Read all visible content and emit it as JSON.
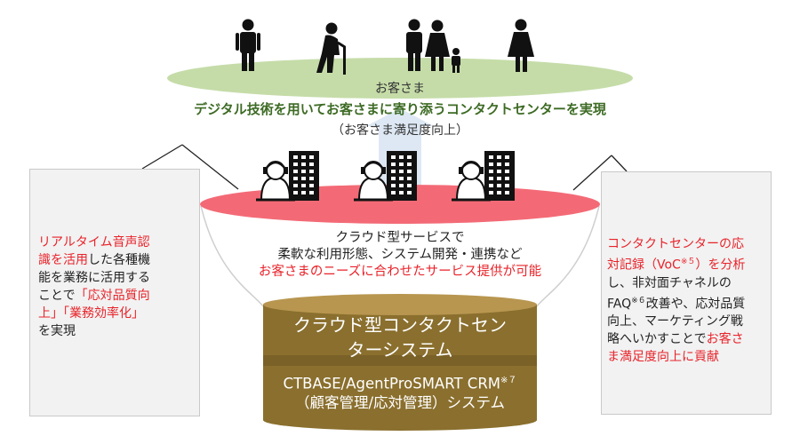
{
  "customers": {
    "label": "お客さま",
    "goal_title": "デジタル技術を用いてお客さまに寄り添うコンタクトセンターを実現",
    "goal_sub": "（お客さま満足度向上）"
  },
  "cloud_service": {
    "line1": "クラウド型サービスで",
    "line2": "柔軟な利用形態、システム開発・連携など",
    "line3_red": "お客さまのニーズに合わせたサービス提供が可能"
  },
  "system": {
    "title_line1": "クラウド型コンタクトセン",
    "title_line2": "ターシステム",
    "sub_line1": "CTBASE/AgentProSMART CRM",
    "sub_line1_note": "※７",
    "sub_line2": "（顧客管理/応対管理）システム"
  },
  "left_panel": {
    "red_line1": "リアルタイム音声認",
    "red_line2": "識を活用",
    "text_line2_rest": "した各種機",
    "text_line3": "能を業務に活用する",
    "text_line4a": "ことで",
    "red_line4": "「応対品質向",
    "red_line5": "上」「業務効率化」",
    "text_line6": "を実現"
  },
  "right_panel": {
    "red_line1": "コンタクトセンターの応",
    "red_line2a": "対記録（VoC",
    "red_note": "※５",
    "red_line2b": "）を分析",
    "text_line3": "し、非対面チャネルの",
    "text_line4a": "FAQ",
    "text_note": "※６",
    "text_line4b": "改善や、応対品質",
    "text_line5": "向上、マーケティング戦",
    "text_line6a": "略へいかすことで",
    "red_line6": "お客さ",
    "red_line7": "ま満足度向上に貢献"
  },
  "colors": {
    "customer_ellipse": "#c5dca8",
    "cloud_ellipse": "#f36a76",
    "arrow": "#dde8f4",
    "cylinder_top": "#b8964f",
    "cylinder_body": "#8a6f2e",
    "cylinder_band": "#7a6128"
  },
  "icons": [
    "man-icon",
    "elderly-icon",
    "family-icon",
    "woman-icon",
    "operator-icon",
    "building-icon",
    "waveform-icon",
    "gears-icon",
    "bar-chart-icon",
    "magnifier-icon"
  ]
}
